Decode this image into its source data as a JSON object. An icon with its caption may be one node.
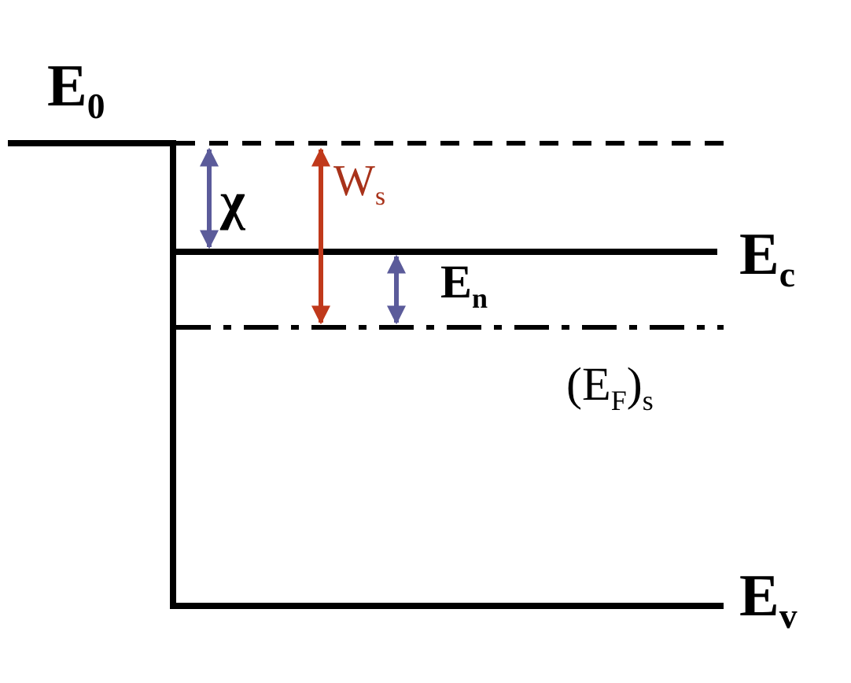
{
  "diagram": {
    "labels": [
      "E$_{0}$",
      "χ",
      "W$_{s}$",
      "E$_{c}$",
      "E$_{n}$",
      "(E$_{F}$)$_{s}$",
      "E$_{v}$"
    ]
  }
}
